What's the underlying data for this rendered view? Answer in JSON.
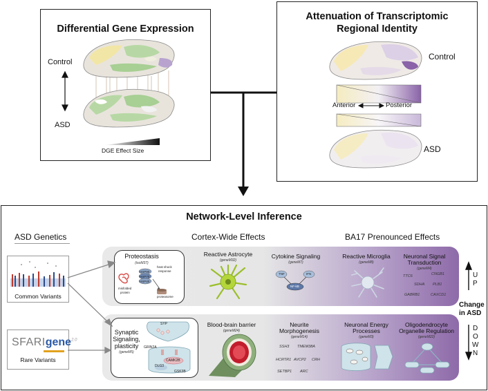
{
  "panels": {
    "dge": {
      "title": "Differential Gene Expression",
      "control": "Control",
      "asd": "ASD",
      "effect_size": "DGE Effect Size"
    },
    "attenuation": {
      "title_line1": "Attenuation of Transcriptomic",
      "title_line2": "Regional Identity",
      "control": "Control",
      "anterior": "Anterior",
      "posterior": "Posterior",
      "asd": "ASD"
    },
    "network": {
      "title": "Network-Level Inference",
      "asd_genetics": "ASD Genetics",
      "cortex_wide": "Cortex-Wide Effects",
      "ba17": "BA17 Prenounced Effects",
      "common_variants": "Common Variants",
      "rare_variants": "Rare Variants",
      "sfari_a": "SFARI",
      "sfari_b": "gene",
      "sfari_ver": "2.0",
      "change": "Change",
      "in_asd": "in ASD",
      "up": [
        "U",
        "P"
      ],
      "down": [
        "D",
        "O",
        "W",
        "N"
      ],
      "colors": {
        "purple": "#8a63a8",
        "yellow": "#f2e6a6",
        "green": "#b7d8a4"
      }
    },
    "modules_up": [
      {
        "title": "Proteostasis",
        "sub": "(isoM37)"
      },
      {
        "title": "Reactive Astrocyte",
        "sub": "(geneM32)"
      },
      {
        "title": "Cytokine Signaling",
        "sub": "(geneM7)"
      },
      {
        "title": "Reactive Microglia",
        "sub": "(geneM8)"
      },
      {
        "title": "Neuronal Signal Transduction",
        "title1": "Neuronal Signal",
        "title2": "Transduction",
        "sub": "(geneM4)"
      }
    ],
    "modules_down": [
      {
        "title1": "Synaptic",
        "title2": "Signaling,",
        "title3": "plasticity",
        "sub": "(geneM5)"
      },
      {
        "title": "Blood-brain barrier",
        "sub": "(geneM24)"
      },
      {
        "title1": "Neurite",
        "title2": "Morphogenesis",
        "sub": "(geneM14)"
      },
      {
        "title1": "Neuronal Energy",
        "title2": "Processes",
        "sub": "(geneM3)"
      },
      {
        "title1": "Oligodendrocyte",
        "title2": "Organelle Regulation",
        "sub": "(geneM22)"
      }
    ],
    "proteostasis_labels": {
      "hsp90": "HSP90",
      "hsp70": "HSP70",
      "hsp40": "HSP40",
      "heat_shock": "heat shock",
      "response": "response",
      "misfolded": "misfolded",
      "protein": "protein",
      "proteasome": "proteasome"
    },
    "cytokine_labels": {
      "tnf": "TNF",
      "ifn": "IFN",
      "nfkb": "NF-kB"
    },
    "signal_genes": [
      "TTC6",
      "CNGB1",
      "SDHA",
      "PLB1",
      "GABRB1",
      "CAXCD1"
    ],
    "synaptic_labels": {
      "syp": "SYP",
      "grin2a": "GRIN2A",
      "camk2b": "CAMK2B",
      "dlg3": "DLG3",
      "gsk3b": "GSK3B"
    },
    "neurite_genes": [
      "SSH3",
      "TMEM38A",
      "HCRTR1",
      "AVCP2",
      "CRH",
      "SETBP1",
      "ARC"
    ]
  }
}
